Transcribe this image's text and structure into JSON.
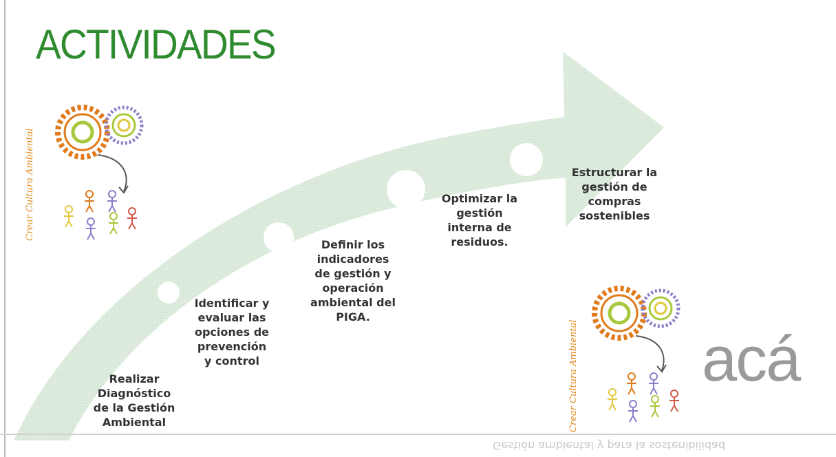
{
  "title": "ACTIVIDADES",
  "steps": [
    {
      "lines": [
        "Realizar",
        "Diagnóstico",
        "de la Gestión",
        "Ambiental"
      ]
    },
    {
      "lines": [
        "Identificar y",
        "evaluar las",
        "opciones de",
        "prevención",
        "y control"
      ]
    },
    {
      "lines": [
        "Definir los",
        "indicadores",
        "de gestión y",
        "operación",
        "ambiental del",
        "PIGA."
      ]
    },
    {
      "lines": [
        "Optimizar la",
        "gestión",
        "interna de",
        "residuos."
      ]
    },
    {
      "lines": [
        "Estructurar la",
        "gestión de",
        "compras",
        "sostenibles"
      ]
    }
  ],
  "logo_label": "Crear Cultura Ambiental",
  "brand": "acá",
  "footer": "Gestión ambiental y para la sostenibilidad",
  "colors": {
    "title": "#2e8b2e",
    "arrow": "#d3e6d3",
    "gear_outer": "#e07a1a",
    "gear_inner": "#a8c83c",
    "gear_small": "#8a7fc8",
    "brand": "#9a9a9a"
  },
  "icons": [
    "gear-icon",
    "people-icon",
    "curved-arrow-icon"
  ]
}
